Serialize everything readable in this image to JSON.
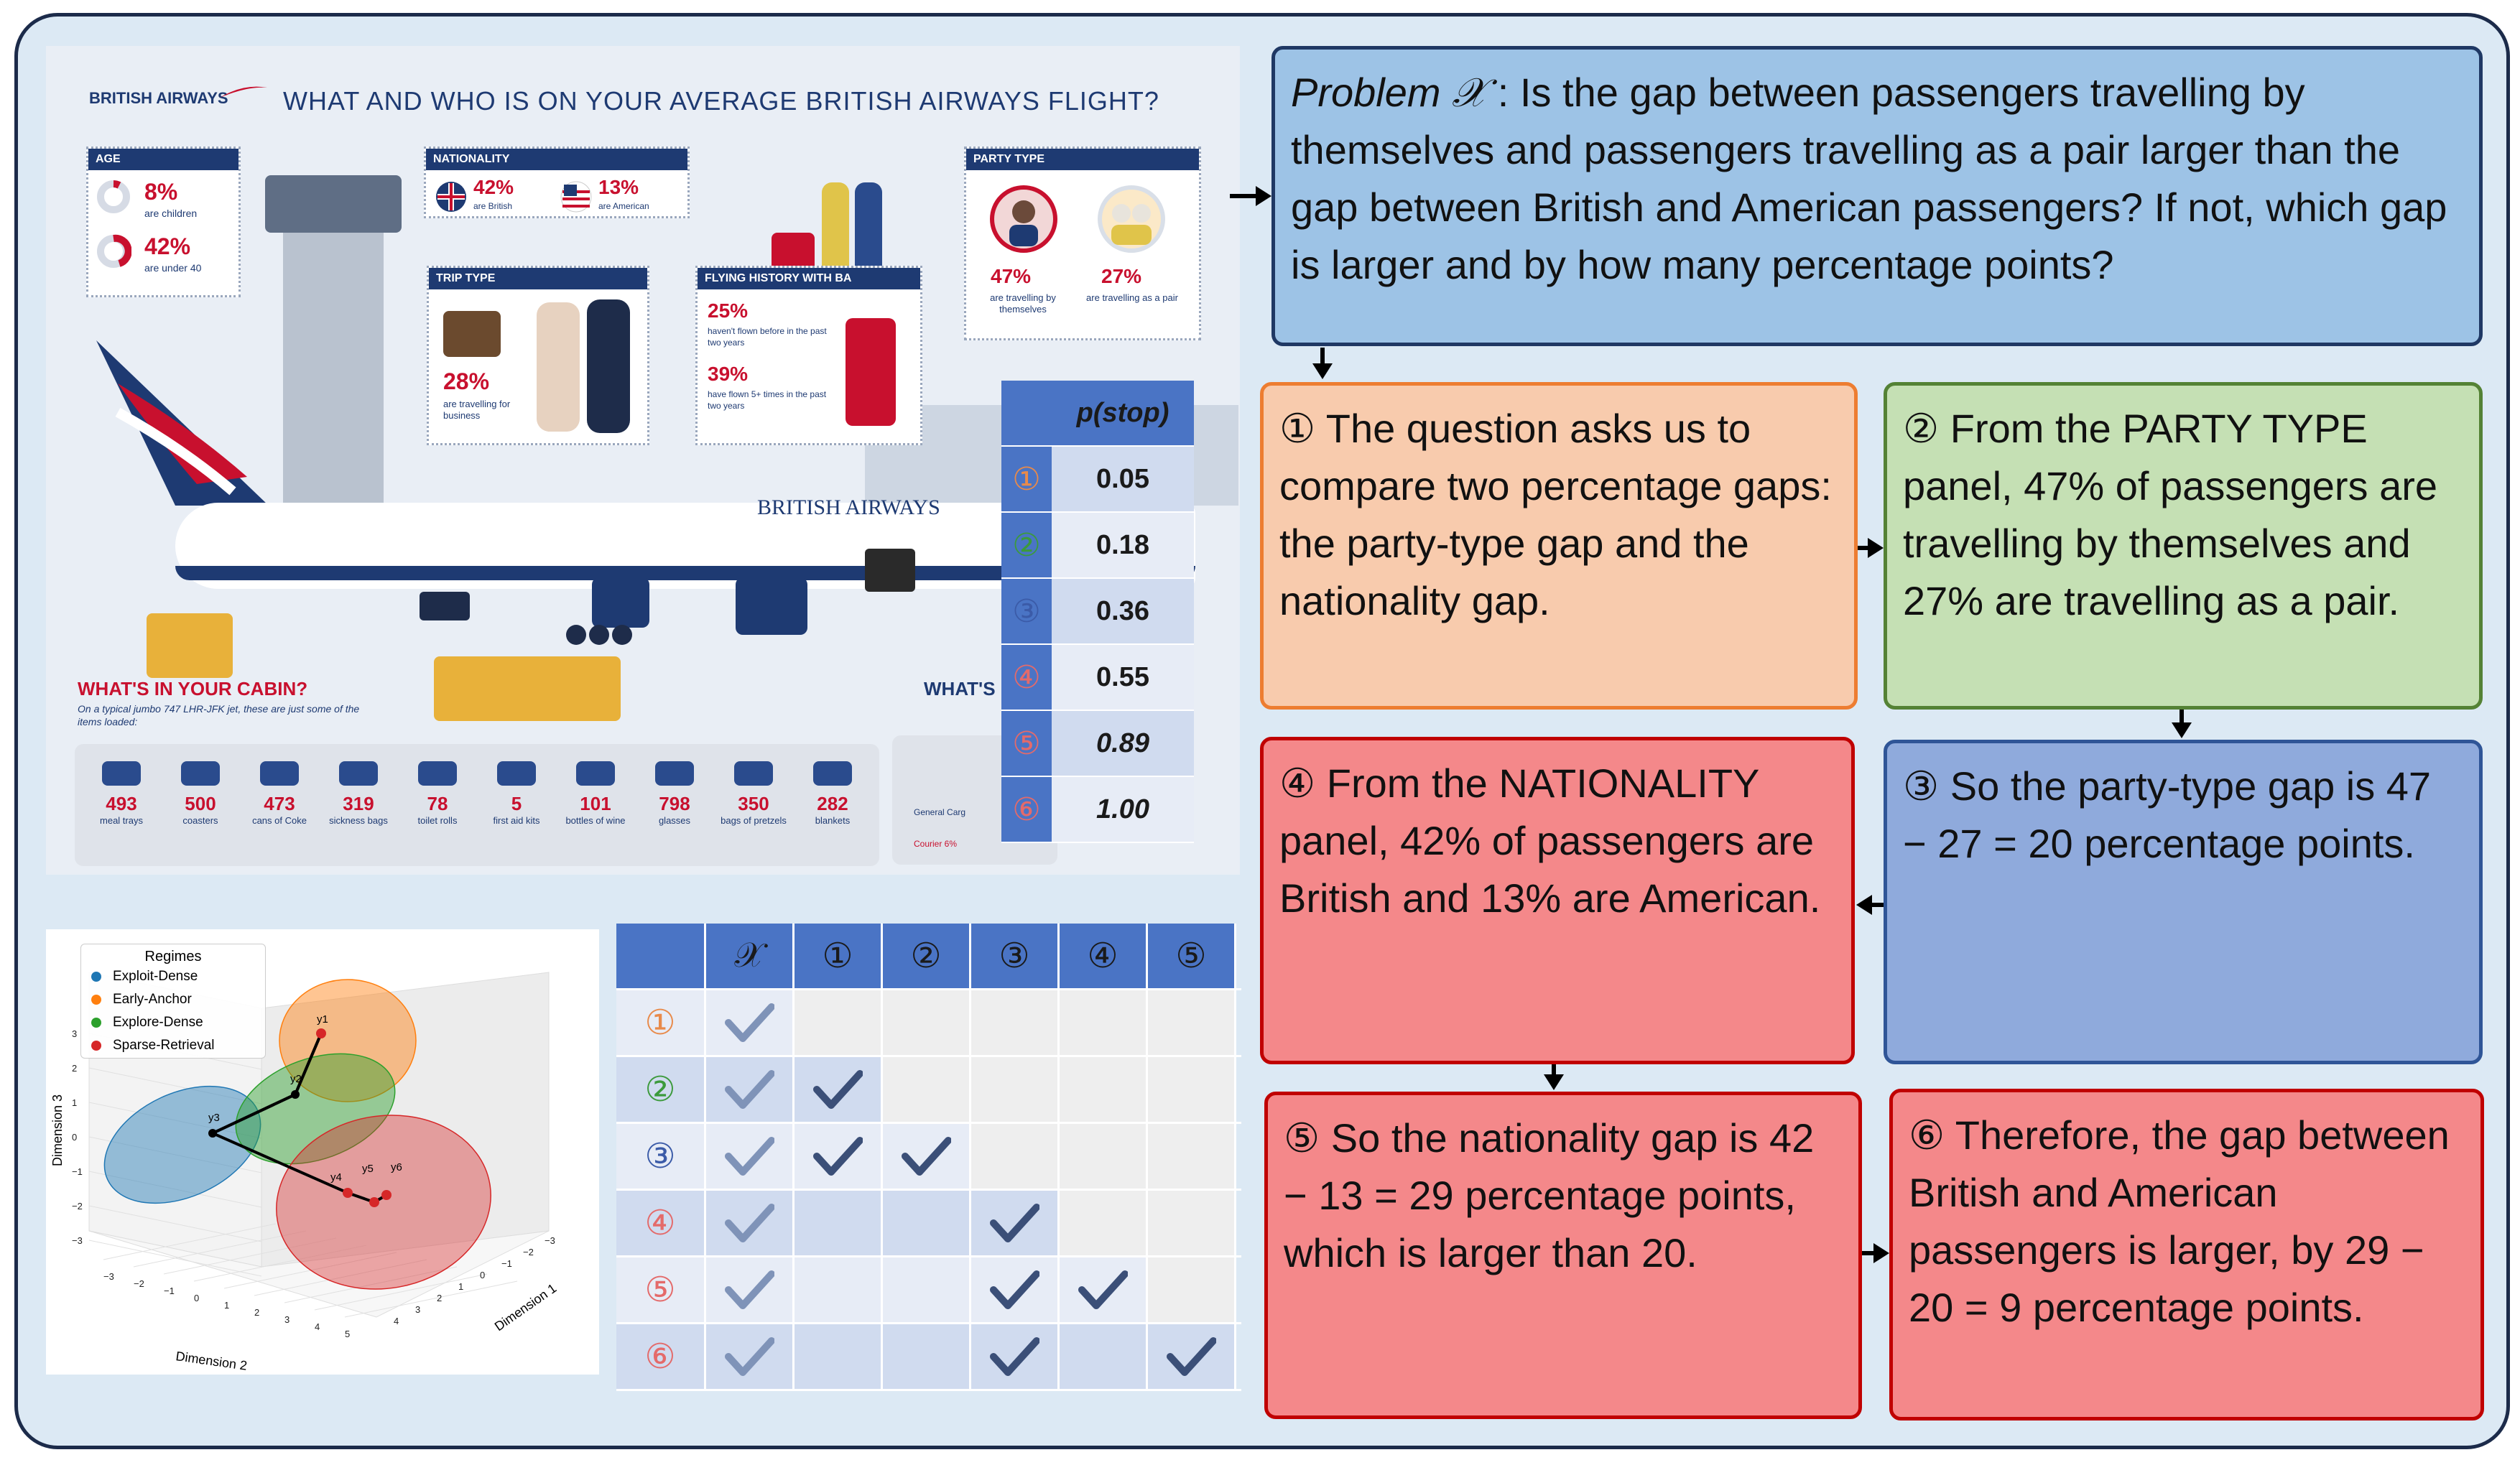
{
  "infographic": {
    "logo": "BRITISH AIRWAYS",
    "title": "WHAT AND WHO IS ON YOUR AVERAGE BRITISH AIRWAYS FLIGHT?",
    "age": {
      "head": "AGE",
      "children_pct": "8%",
      "children_lbl": "are children",
      "under40_pct": "42%",
      "under40_lbl": "are under 40"
    },
    "nationality": {
      "head": "NATIONALITY",
      "british_pct": "42%",
      "british_lbl": "are British",
      "american_pct": "13%",
      "american_lbl": "are American"
    },
    "party_type": {
      "head": "PARTY TYPE",
      "self_pct": "47%",
      "self_lbl": "are travelling by themselves",
      "pair_pct": "27%",
      "pair_lbl": "are travelling as a pair"
    },
    "trip_type": {
      "head": "TRIP TYPE",
      "business_pct": "28%",
      "business_lbl": "are travelling for business"
    },
    "history": {
      "head": "FLYING HISTORY WITH BA",
      "p1_pct": "25%",
      "p1_lbl": "haven't flown before in the past two years",
      "p2_pct": "39%",
      "p2_lbl": "have flown 5+ times in the past two years"
    },
    "plane_text": "BRITISH AIRWAYS",
    "cabin_title": "WHAT'S IN YOUR CABIN?",
    "cabin_sub": "On a typical jumbo 747 LHR-JFK jet, these are just some of the items loaded:",
    "cabin_items": [
      {
        "num": "493",
        "lbl": "meal trays"
      },
      {
        "num": "500",
        "lbl": "coasters"
      },
      {
        "num": "473",
        "lbl": "cans of Coke"
      },
      {
        "num": "319",
        "lbl": "sickness bags"
      },
      {
        "num": "78",
        "lbl": "toilet rolls"
      },
      {
        "num": "5",
        "lbl": "first aid kits"
      },
      {
        "num": "101",
        "lbl": "bottles of wine"
      },
      {
        "num": "798",
        "lbl": "glasses"
      },
      {
        "num": "350",
        "lbl": "bags of pretzels"
      },
      {
        "num": "282",
        "lbl": "blankets"
      }
    ],
    "hold_title": "WHAT'S IN YOUR SI",
    "hold_items": [
      "General Carg",
      "Courier 6%"
    ]
  },
  "stop_table": {
    "header": "p(stop)",
    "rows": [
      {
        "step": "①",
        "value": "0.05",
        "color": "#e88a4a"
      },
      {
        "step": "②",
        "value": "0.18",
        "color": "#3c9a3c"
      },
      {
        "step": "③",
        "value": "0.36",
        "color": "#3b5ba8"
      },
      {
        "step": "④",
        "value": "0.55",
        "color": "#e46a6a"
      },
      {
        "step": "⑤",
        "value": "0.89",
        "color": "#e46a6a"
      },
      {
        "step": "⑥",
        "value": "1.00",
        "color": "#e46a6a"
      }
    ]
  },
  "scatter": {
    "legend_title": "Regimes",
    "legend": [
      {
        "name": "Exploit-Dense",
        "color": "#1f77b4"
      },
      {
        "name": "Early-Anchor",
        "color": "#ff7f0e"
      },
      {
        "name": "Explore-Dense",
        "color": "#2ca02c"
      },
      {
        "name": "Sparse-Retrieval",
        "color": "#d62728"
      }
    ],
    "points": [
      "y1",
      "y2",
      "y3",
      "y4",
      "y5",
      "y6"
    ],
    "xlabel": "Dimension 2",
    "ylabel": "Dimension 1",
    "zlabel": "Dimension 3",
    "ticks_d2": [
      "−3",
      "−2",
      "−1",
      "0",
      "1",
      "2",
      "3",
      "4",
      "5"
    ],
    "ticks_d1": [
      "4",
      "3",
      "2",
      "1",
      "0",
      "−1",
      "−2",
      "−3"
    ],
    "ticks_d3": [
      "3",
      "2",
      "1",
      "0",
      "−1",
      "−2",
      "−3"
    ]
  },
  "matrix": {
    "header": [
      "",
      "𝒳",
      "①",
      "②",
      "③",
      "④",
      "⑤"
    ],
    "rows": [
      {
        "label": "①",
        "color": "#e88a4a",
        "checks": [
          true,
          false,
          false,
          false,
          false,
          false
        ]
      },
      {
        "label": "②",
        "color": "#3c9a3c",
        "checks": [
          true,
          true,
          false,
          false,
          false,
          false
        ]
      },
      {
        "label": "③",
        "color": "#3b5ba8",
        "checks": [
          true,
          true,
          true,
          false,
          false,
          false
        ]
      },
      {
        "label": "④",
        "color": "#e46a6a",
        "checks": [
          true,
          false,
          false,
          true,
          false,
          false
        ]
      },
      {
        "label": "⑤",
        "color": "#e46a6a",
        "checks": [
          true,
          false,
          false,
          true,
          true,
          false
        ]
      },
      {
        "label": "⑥",
        "color": "#e46a6a",
        "checks": [
          true,
          false,
          false,
          true,
          false,
          true
        ]
      }
    ]
  },
  "problem": {
    "label": "Problem 𝒳",
    "text": " : Is the gap between passengers travelling by themselves and passengers travelling as a pair larger than the gap between British and American passengers? If not, which gap is larger and by how many percentage points?"
  },
  "steps": [
    {
      "text": " ① The question asks us to compare two percentage gaps: the party-type gap and the nationality gap."
    },
    {
      "text": " ②  From the PARTY TYPE panel, 47% of passengers are travelling by themselves and 27% are travelling as a pair."
    },
    {
      "text": " ③  So the party-type gap is 47 − 27 = 20 percentage points."
    },
    {
      "text": " ④ From the NATIONALITY panel, 42% of passengers are British and 13% are American."
    },
    {
      "text": " ⑤  So the nationality gap is 42 − 13 = 29 percentage points, which is larger than 20."
    },
    {
      "text": " ⑥  Therefore, the gap between British and American passengers is larger, by 29 − 20 = 9 percentage points."
    }
  ]
}
